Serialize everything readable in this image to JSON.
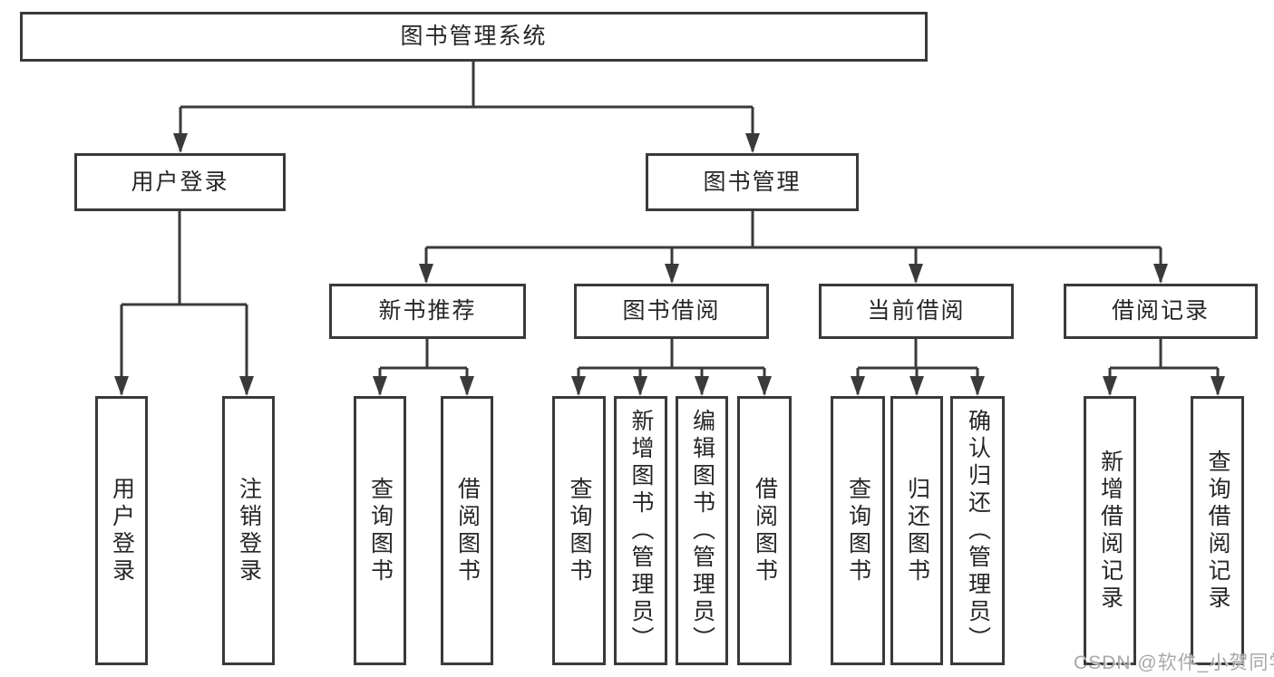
{
  "diagram": {
    "title": "图书管理系统",
    "background_color": "#ffffff",
    "line_color": "#3a3a3a",
    "text_color": "#262626",
    "watermark": {
      "text": "CSDN @软件_小贺同学",
      "color": "#a8a8a8"
    },
    "nodes": {
      "root": "图书管理系统",
      "user_login": "用户登录",
      "book_mgmt": "图书管理",
      "new_book": "新书推荐",
      "borrow": "图书借阅",
      "current": "当前借阅",
      "record": "借阅记录",
      "leaf_user_login": "用户登录",
      "leaf_logout": "注销登录",
      "leaf_nb_query": "查询图书",
      "leaf_nb_borrow": "借阅图书",
      "leaf_bw_query": "查询图书",
      "leaf_bw_add": "新增图书（管理员）",
      "leaf_bw_edit": "编辑图书（管理员）",
      "leaf_bw_borrow": "借阅图书",
      "leaf_cur_query": "查询图书",
      "leaf_cur_return": "归还图书",
      "leaf_cur_confirm": "确认归还（管理员）",
      "leaf_rec_add": "新增借阅记录",
      "leaf_rec_query": "查询借阅记录"
    },
    "hierarchy": {
      "图书管理系统": [
        "用户登录",
        "图书管理"
      ],
      "用户登录": [
        "用户登录",
        "注销登录"
      ],
      "图书管理": [
        "新书推荐",
        "图书借阅",
        "当前借阅",
        "借阅记录"
      ],
      "新书推荐": [
        "查询图书",
        "借阅图书"
      ],
      "图书借阅": [
        "查询图书",
        "新增图书（管理员）",
        "编辑图书（管理员）",
        "借阅图书"
      ],
      "当前借阅": [
        "查询图书",
        "归还图书",
        "确认归还（管理员）"
      ],
      "借阅记录": [
        "新增借阅记录",
        "查询借阅记录"
      ]
    }
  }
}
